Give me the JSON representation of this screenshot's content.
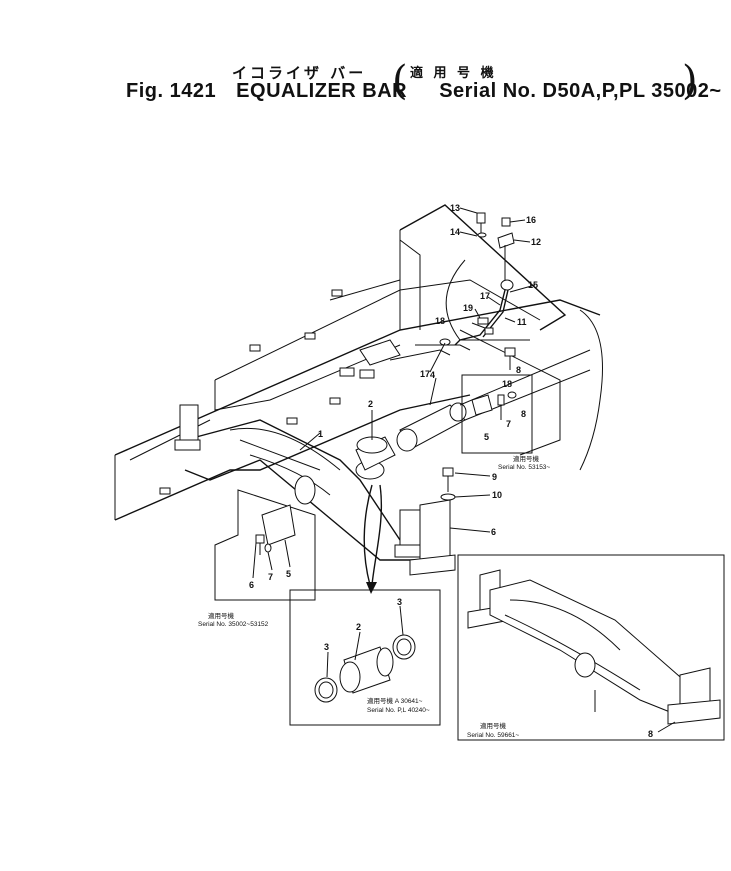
{
  "header": {
    "title_jp": "イコライザ バー",
    "serial_jp": "適 用 号 機",
    "fig_number": "Fig. 1421",
    "fig_name": "EQUALIZER BAR",
    "serial": "Serial No. D50A,P,PL 35002~"
  },
  "callouts": {
    "c1": "1",
    "c2": "2",
    "c3": "3",
    "c4": "4",
    "c5": "5",
    "c6": "6",
    "c7": "7",
    "c8": "8",
    "c9": "9",
    "c10": "10",
    "c11": "11",
    "c12": "12",
    "c13": "13",
    "c14": "14",
    "c15": "15",
    "c16": "16",
    "c17": "17",
    "c18": "18",
    "c19": "19"
  },
  "notes": {
    "n1_jp": "適用号機",
    "n1": "Serial No. 53153~",
    "n2_jp": "適用号機",
    "n2": "Serial No. 35002~53152",
    "n3_jp": "適用号機  A  30641~",
    "n3": "Serial No. P,L 40240~",
    "n4_jp": "適用号機",
    "n4": "Serial No. 59661~"
  }
}
